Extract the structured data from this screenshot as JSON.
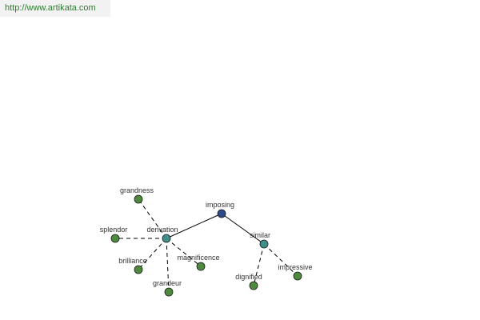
{
  "header": {
    "url_text": "http://www.artikata.com"
  },
  "graph": {
    "colors": {
      "root": "#2c4a8a",
      "hub": "#3f8f8a",
      "leaf": "#4e8a3e"
    },
    "nodes": [
      {
        "id": "imposing",
        "label": "imposing",
        "kind": "root"
      },
      {
        "id": "derivation",
        "label": "derivation",
        "kind": "hub"
      },
      {
        "id": "similar",
        "label": "similar",
        "kind": "hub"
      },
      {
        "id": "grandness",
        "label": "grandness",
        "kind": "leaf"
      },
      {
        "id": "splendor",
        "label": "splendor",
        "kind": "leaf"
      },
      {
        "id": "brilliance",
        "label": "brilliance",
        "kind": "leaf"
      },
      {
        "id": "grandeur",
        "label": "grandeur",
        "kind": "leaf"
      },
      {
        "id": "magnificence",
        "label": "magnificence",
        "kind": "leaf"
      },
      {
        "id": "dignified",
        "label": "dignified",
        "kind": "leaf"
      },
      {
        "id": "impressive",
        "label": "impressive",
        "kind": "leaf"
      }
    ],
    "edges": [
      {
        "from": "imposing",
        "to": "derivation",
        "style": "solid"
      },
      {
        "from": "imposing",
        "to": "similar",
        "style": "solid"
      },
      {
        "from": "derivation",
        "to": "grandness",
        "style": "dashed"
      },
      {
        "from": "derivation",
        "to": "splendor",
        "style": "dashed"
      },
      {
        "from": "derivation",
        "to": "brilliance",
        "style": "dashed"
      },
      {
        "from": "derivation",
        "to": "grandeur",
        "style": "dashed"
      },
      {
        "from": "derivation",
        "to": "magnificence",
        "style": "dashed"
      },
      {
        "from": "similar",
        "to": "dignified",
        "style": "dashed"
      },
      {
        "from": "similar",
        "to": "impressive",
        "style": "dashed"
      }
    ]
  }
}
